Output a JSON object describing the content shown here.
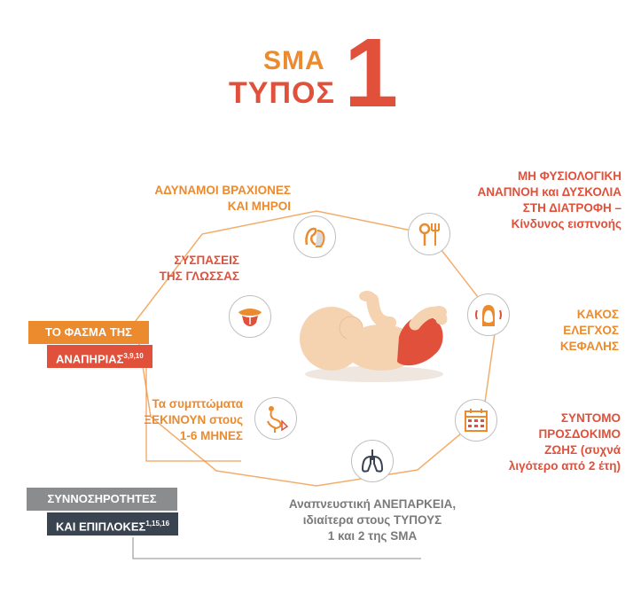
{
  "title": {
    "line1": "SMA",
    "line2": "ΤΥΠΟΣ",
    "number": "1"
  },
  "symptoms": {
    "arms_legs": {
      "line1": "ΑΔΥΝΑΜΟΙ ΒΡΑΧΙΟΝΕΣ",
      "line2": "ΚΑΙ ΜΗΡΟΙ"
    },
    "breathing": {
      "line1": "ΜΗ ΦΥΣΙΟΛΟΓΙΚΗ",
      "line2": "ΑΝΑΠΝΟΗ και ΔΥΣΚΟΛΙΑ",
      "line3": "ΣΤΗ ΔΙΑΤΡΟΦΗ –",
      "line4": "Κίνδυνος εισπνοής"
    },
    "tongue": {
      "line1": "ΣΥΣΠΑΣΕΙΣ",
      "line2": "ΤΗΣ ΓΛΩΣΣΑΣ"
    },
    "head": {
      "line1": "ΚΑΚΟΣ",
      "line2": "ΕΛΕΓΧΟΣ",
      "line3": "ΚΕΦΑΛΗΣ"
    },
    "onset": {
      "line1": "Τα συμπτώματα",
      "line2": "ΞΕΚΙΝΟΥΝ στους",
      "line3": "1-6 ΜΗΝΕΣ"
    },
    "lifespan": {
      "line1": "ΣΥΝΤΟΜΟ",
      "line2": "ΠΡΟΣΔΟΚΙΜΟ",
      "line3": "ΖΩΗΣ (συχνά",
      "line4": "λιγότερο από 2 έτη)"
    },
    "respiratory": {
      "line1": "Αναπνευστική ΑΝΕΠΑΡΚΕΙΑ,",
      "line2": "ιδιαίτερα στους ΤΥΠΟΥΣ",
      "line3": "1 και 2 της SMA"
    }
  },
  "tags": {
    "spectrum_line1": "ΤΟ ΦΑΣΜΑ ΤΗΣ",
    "spectrum_line2": "ΑΝΑΠΗΡΙΑΣ",
    "spectrum_refs": "3,9,10",
    "comorbid_line1": "ΣΥΝΝΟΣΗΡΟΤΗΤΕΣ",
    "comorbid_line2": "ΚΑΙ ΕΠΙΠΛΟΚΕΣ",
    "comorbid_refs": "1,15,16"
  },
  "colors": {
    "orange": "#ec8a2e",
    "red": "#e0503a",
    "gray": "#7a7a7a",
    "navy": "#3a4350",
    "grayTag": "#8a8c8e"
  }
}
